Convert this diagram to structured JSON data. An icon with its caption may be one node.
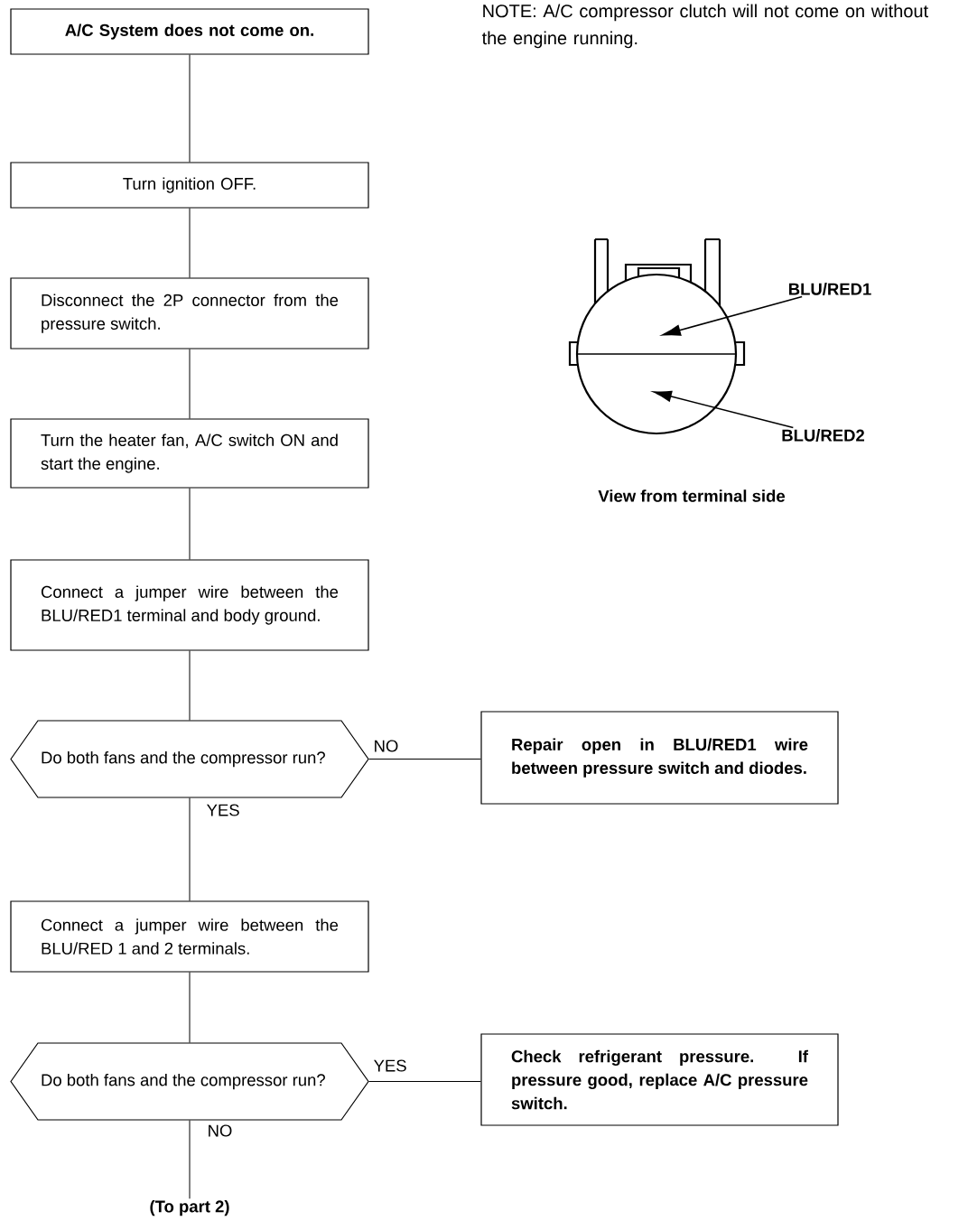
{
  "diagram": {
    "nodes": [
      {
        "text": [
          "A/C System does not come on."
        ]
      },
      {
        "text": [
          "Turn ignition OFF."
        ]
      },
      {
        "text": [
          "Disconnect the 2P connector from the pressure switch."
        ]
      },
      {
        "text": [
          "Turn the heater fan, A/C switch ON and start the engine."
        ]
      },
      {
        "text": [
          "Connect a jumper wire between the BLU/RED1 terminal and body ground."
        ]
      },
      {
        "text": [
          "Do both fans and the compressor run?"
        ]
      },
      {
        "text": [
          "Repair open in BLU/RED1 wire between pressure switch and diodes."
        ]
      },
      {
        "text": [
          "Connect a jumper wire between the BLU/RED 1 and 2 terminals."
        ]
      },
      {
        "text": [
          "Do both fans and the compressor run?"
        ]
      },
      {
        "text": [
          "Check refrigerant pressure. If pressure good, replace A/C pressure switch."
        ]
      },
      {
        "text": [
          "(To part 2)"
        ]
      },
      {
        "text": [
          "BLU/RED1"
        ]
      },
      {
        "text": [
          "BLU/RED2"
        ]
      }
    ],
    "edges": [
      {
        "from": 0,
        "to": 1,
        "arrow": "none"
      },
      {
        "from": 1,
        "to": 2,
        "arrow": "none"
      },
      {
        "from": 2,
        "to": 3,
        "arrow": "none"
      },
      {
        "from": 3,
        "to": 4,
        "arrow": "none"
      },
      {
        "from": 4,
        "to": 5,
        "arrow": "none"
      },
      {
        "from": 5,
        "to": 6,
        "arrow": "none",
        "label": "NO"
      },
      {
        "from": 5,
        "to": 7,
        "arrow": "none",
        "label": "YES"
      },
      {
        "from": 7,
        "to": 8,
        "arrow": "none"
      },
      {
        "from": 8,
        "to": 9,
        "arrow": "none",
        "label": "YES"
      },
      {
        "from": 8,
        "to": 10,
        "arrow": "none",
        "label": "NO"
      },
      {
        "from": 11,
        "to": null,
        "arrow": "to"
      },
      {
        "from": 12,
        "to": null,
        "arrow": "to"
      }
    ],
    "labels": [
      "NOTE: A/C compressor clutch will not come on without the engine running.",
      "View from terminal side"
    ]
  }
}
